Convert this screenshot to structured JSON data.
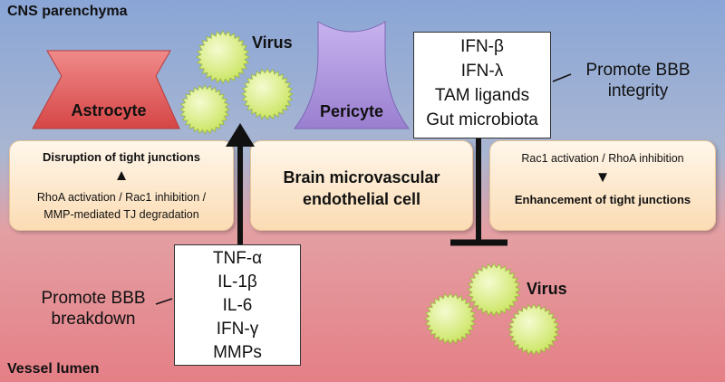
{
  "regions": {
    "top": "CNS parenchyma",
    "bottom": "Vessel lumen"
  },
  "cells": {
    "astrocyte": "Astrocyte",
    "pericyte": "Pericyte",
    "endothelial": [
      "Brain microvascular",
      "endothelial cell"
    ]
  },
  "virus_label_top": "Virus",
  "virus_label_bottom": "Virus",
  "left_box": {
    "title": "Disruption of tight junctions",
    "arrow": "▲",
    "lines": [
      "RhoA activation / Rac1 inhibition /",
      "MMP-mediated TJ degradation"
    ]
  },
  "right_box": {
    "line": "Rac1 activation / RhoA inhibition",
    "arrow": "▼",
    "title": "Enhancement of tight junctions"
  },
  "protective_factors": [
    "IFN-β",
    "IFN-λ",
    "TAM ligands",
    "Gut microbiota"
  ],
  "protective_label": [
    "Promote BBB",
    "integrity"
  ],
  "inflammatory_factors": [
    "TNF-α",
    "IL-1β",
    "IL-6",
    "IFN-γ",
    "MMPs"
  ],
  "inflammatory_label": [
    "Promote BBB",
    "breakdown"
  ],
  "colors": {
    "astrocyte": "#e15a5a",
    "pericyte": "#a98fd8",
    "virus": "#c8e35a",
    "arrow": "#111111"
  }
}
